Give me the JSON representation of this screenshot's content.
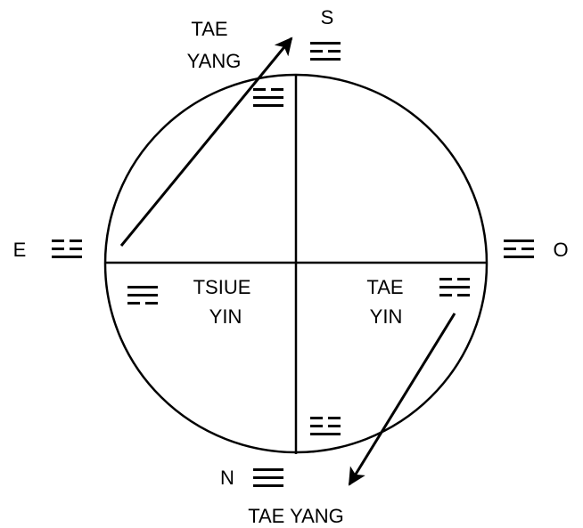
{
  "labels": {
    "south": "S",
    "east": "E",
    "west": "O",
    "north": "N",
    "tae_yang_top_line1": "TAE",
    "tae_yang_top_line2": "YANG",
    "tsiue_yin_line1": "TSIUE",
    "tsiue_yin_line2": "YIN",
    "tae_yin_line1": "TAE",
    "tae_yin_line2": "YIN",
    "tae_yang_bottom": "TAE YANG"
  },
  "trigrams": {
    "south_outer": [
      true,
      false,
      true
    ],
    "south_inner": [
      false,
      true,
      true
    ],
    "east_outer": [
      false,
      false,
      true
    ],
    "west_outer": [
      true,
      false,
      true
    ],
    "sw_inner": [
      true,
      true,
      false
    ],
    "se_inner": [
      false,
      true,
      false
    ],
    "north_outer": [
      true,
      true,
      true
    ],
    "north_inner": [
      false,
      false,
      true
    ]
  },
  "colors": {
    "stroke": "#000000",
    "background": "#ffffff"
  }
}
